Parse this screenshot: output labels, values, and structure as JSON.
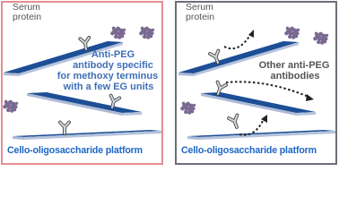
{
  "colors": {
    "left_border": "#e58e92",
    "right_border": "#6e6e78",
    "platform_top": "#1c4f95",
    "platform_side": "#b5c2dc",
    "label_blue": "#1b66c9",
    "message_blue": "#3f6fb8",
    "protein": "#7a6a92",
    "antibody_light": "#c9d3d8",
    "antibody_dark": "#4a4a4a"
  },
  "icons": [
    "serum-protein-icon",
    "antibody-icon",
    "arrow-icon",
    "platform-icon"
  ],
  "left_panel": {
    "serum_label_1": "Serum",
    "serum_label_2": "protein",
    "specific_line_1": "Anti-PEG",
    "specific_line_2": "antibody specific",
    "specific_line_3": "for methoxy terminus",
    "specific_line_4": "with a few EG units",
    "platform_label": "Cello-oligosaccharide platform"
  },
  "right_panel": {
    "serum_label_1": "Serum",
    "serum_label_2": "protein",
    "other_line_1": "Other anti-PEG",
    "other_line_2": "antibodies",
    "platform_label": "Cello-oligosaccharide platform"
  }
}
